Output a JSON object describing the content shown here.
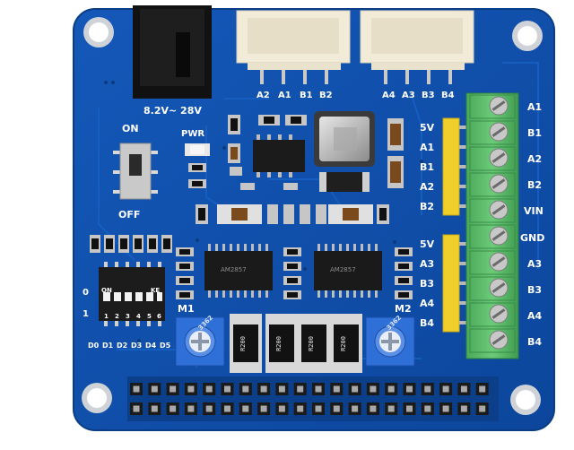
{
  "board": {
    "colors": {
      "pcb": "#0f4ea8",
      "pcb_dark": "#0a3f8c",
      "mount_hole": "#e8e8e8",
      "connector_white": "#f3eddc",
      "terminal_green": "#5dbb6a",
      "header_yellow": "#f4d22a",
      "chip_black": "#1b1b1b",
      "pot_blue": "#2f6fd8"
    },
    "power_label": "8.2V~ 28V",
    "pwr_led_label": "PWR",
    "switch_on_label": "ON",
    "switch_off_label": "OFF",
    "top_left_connector_pins": [
      "A2",
      "A1",
      "B1",
      "B2"
    ],
    "top_right_connector_pins": [
      "A4",
      "A3",
      "B3",
      "B4"
    ],
    "header1_labels": [
      "5V",
      "A1",
      "B1",
      "A2",
      "B2"
    ],
    "header2_labels": [
      "5V",
      "A3",
      "B3",
      "A4",
      "B4"
    ],
    "terminal_labels": [
      "A1",
      "B1",
      "A2",
      "B2",
      "VIN",
      "GND",
      "A3",
      "B3",
      "A4",
      "B4"
    ],
    "dip": {
      "on_label": "ON",
      "ke_label": "KE",
      "row0_label": "0",
      "row1_label": "1",
      "numbers": [
        "1",
        "2",
        "3",
        "4",
        "5",
        "6"
      ],
      "pins": [
        "D0",
        "D1",
        "D2",
        "D3",
        "D4",
        "D5"
      ]
    },
    "motor_labels": {
      "m1": "M1",
      "m2": "M2"
    },
    "resistor_labels": [
      "R200",
      "R200",
      "R200",
      "R200"
    ],
    "pot_labels": [
      "3362",
      "3362"
    ],
    "driver_chip_text": "AM2857"
  }
}
